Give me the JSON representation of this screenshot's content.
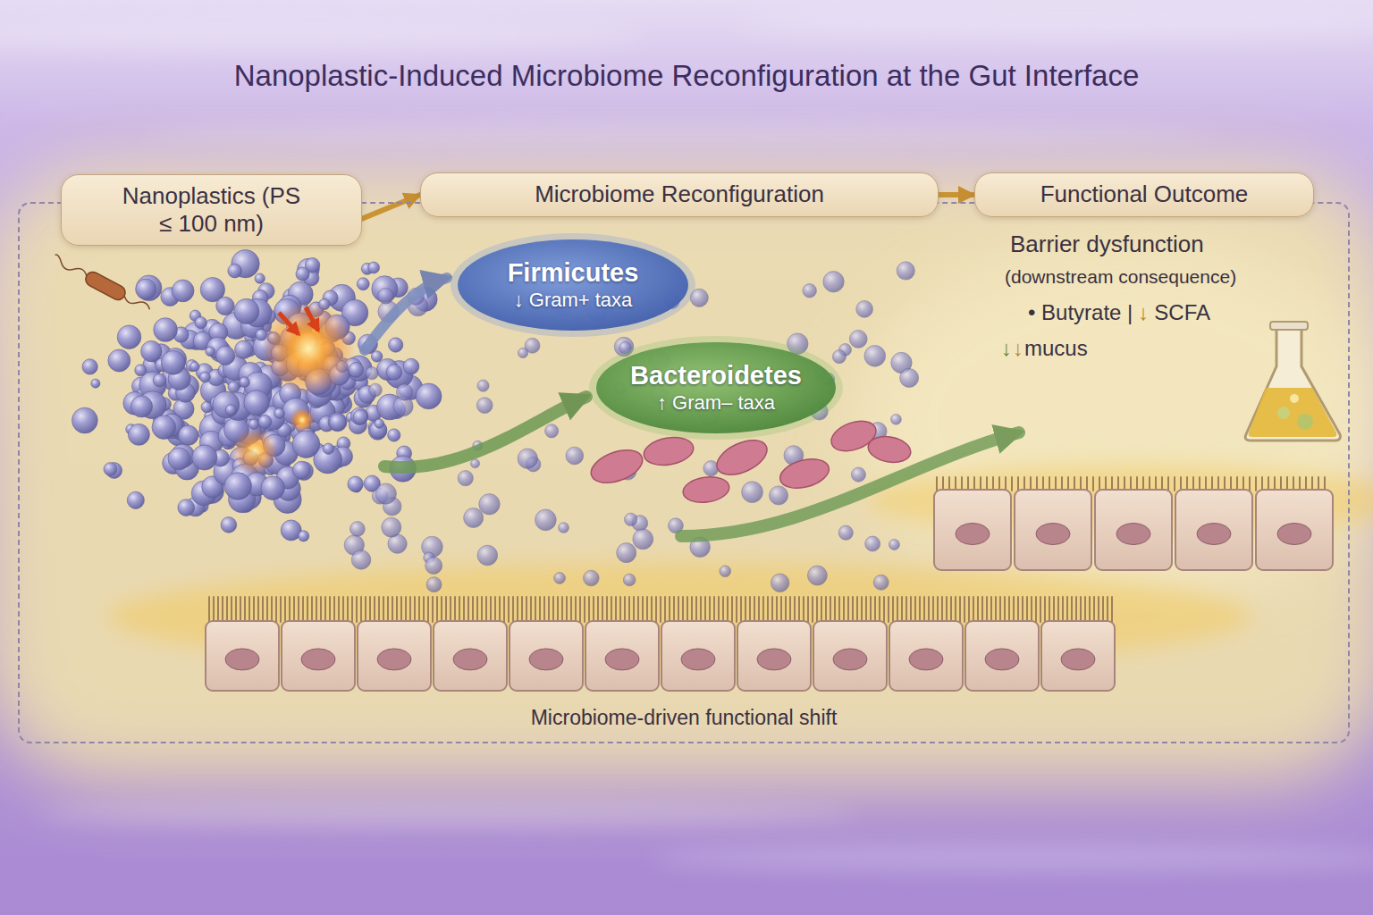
{
  "diagram": {
    "title": "Nanoplastic-Induced Microbiome Reconfiguration at the Gut Interface",
    "nodes": [
      {
        "text": [
          "Nanoplastics (PS ≤ 100 nm)"
        ]
      },
      {
        "text": [
          "Microbiome Reconfiguration"
        ]
      },
      {
        "text": [
          "Functional Outcome"
        ]
      },
      {
        "text": [
          "Microbiome-driven functional shift"
        ]
      },
      {
        "text": [
          "Firmicutes",
          "↓ Gram+ taxa"
        ],
        "in": 3
      },
      {
        "text": [
          "Bacteroidetes",
          "↑ Gram– taxa"
        ],
        "in": 3
      }
    ],
    "edges": [
      {
        "from": 0,
        "to": 1,
        "arrow": "to"
      },
      {
        "from": 1,
        "to": 2,
        "arrow": "to"
      }
    ],
    "labels": [
      "Barrier dysfunction",
      "(downstream consequence)",
      "• Butyrate |",
      "↓",
      "SCFA",
      "↓",
      "↓",
      "mucus"
    ]
  }
}
